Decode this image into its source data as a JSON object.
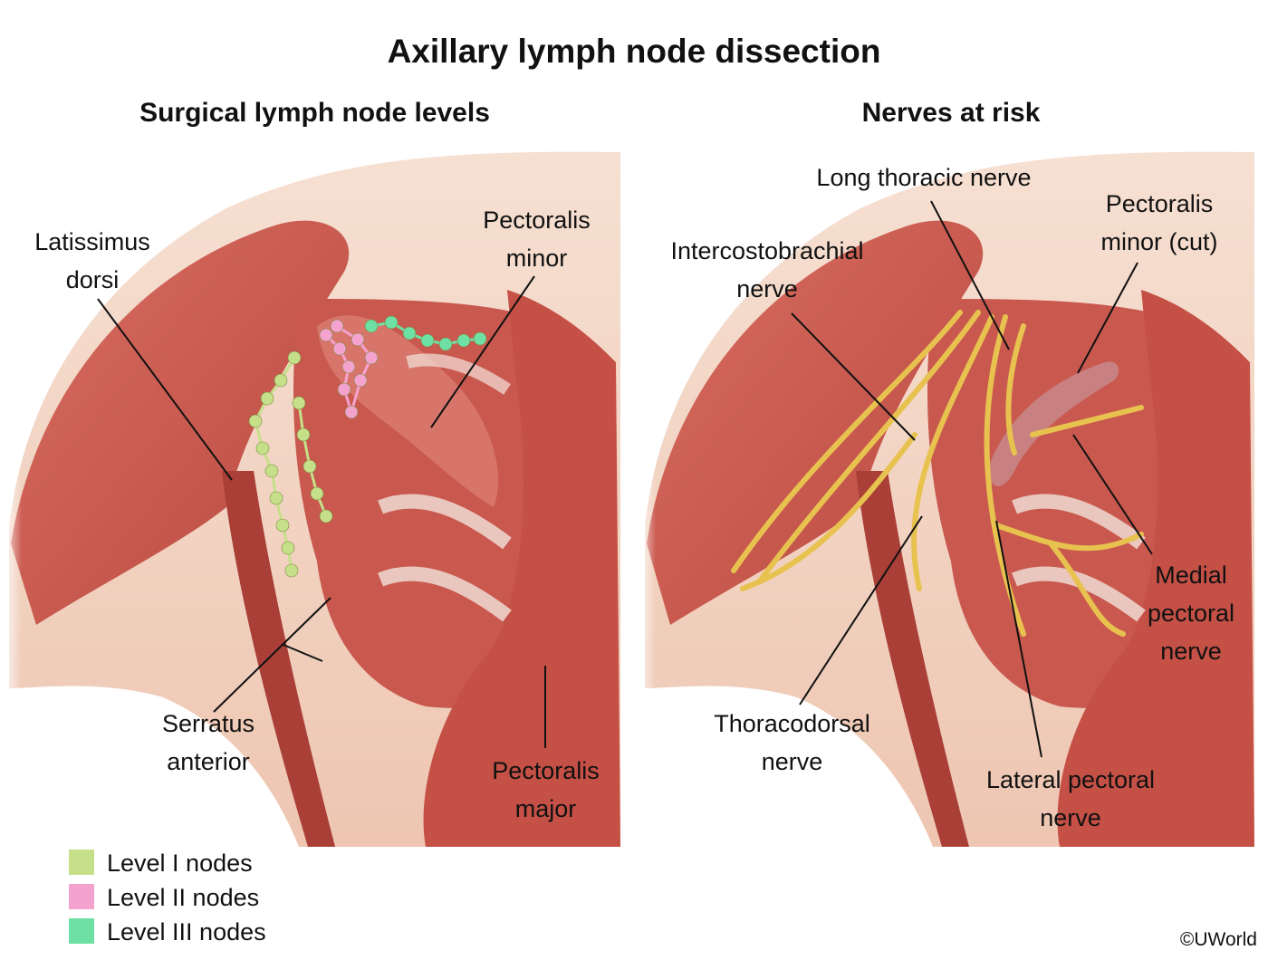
{
  "title": "Axillary lymph node dissection",
  "left_panel": {
    "subtitle": "Surgical lymph node levels",
    "labels": {
      "latissimus": [
        "Latissimus",
        "dorsi"
      ],
      "pectoralis_minor": [
        "Pectoralis",
        "minor"
      ],
      "serratus": [
        "Serratus",
        "anterior"
      ],
      "pectoralis_major": [
        "Pectoralis",
        "major"
      ]
    }
  },
  "right_panel": {
    "subtitle": "Nerves at risk",
    "labels": {
      "long_thoracic": [
        "Long thoracic nerve"
      ],
      "pectoralis_minor_cut": [
        "Pectoralis",
        "minor (cut)"
      ],
      "intercostobrachial": [
        "Intercostobrachial",
        "nerve"
      ],
      "medial_pectoral": [
        "Medial",
        "pectoral",
        "nerve"
      ],
      "thoracodorsal": [
        "Thoracodorsal",
        "nerve"
      ],
      "lateral_pectoral": [
        "Lateral pectoral",
        "nerve"
      ]
    }
  },
  "legend": [
    {
      "label": "Level I nodes",
      "color": "#c6e08a"
    },
    {
      "label": "Level II nodes",
      "color": "#f4a3cf"
    },
    {
      "label": "Level III nodes",
      "color": "#6fe0a4"
    }
  ],
  "colors": {
    "skin": "#f3d6c4",
    "muscle": "#c9594f",
    "muscle_light": "#e5897b",
    "nerve": "#e8c24f",
    "level1": "#c6e08a",
    "level2": "#f4a3cf",
    "level3": "#6fe0a4"
  },
  "copyright": "©UWorld"
}
